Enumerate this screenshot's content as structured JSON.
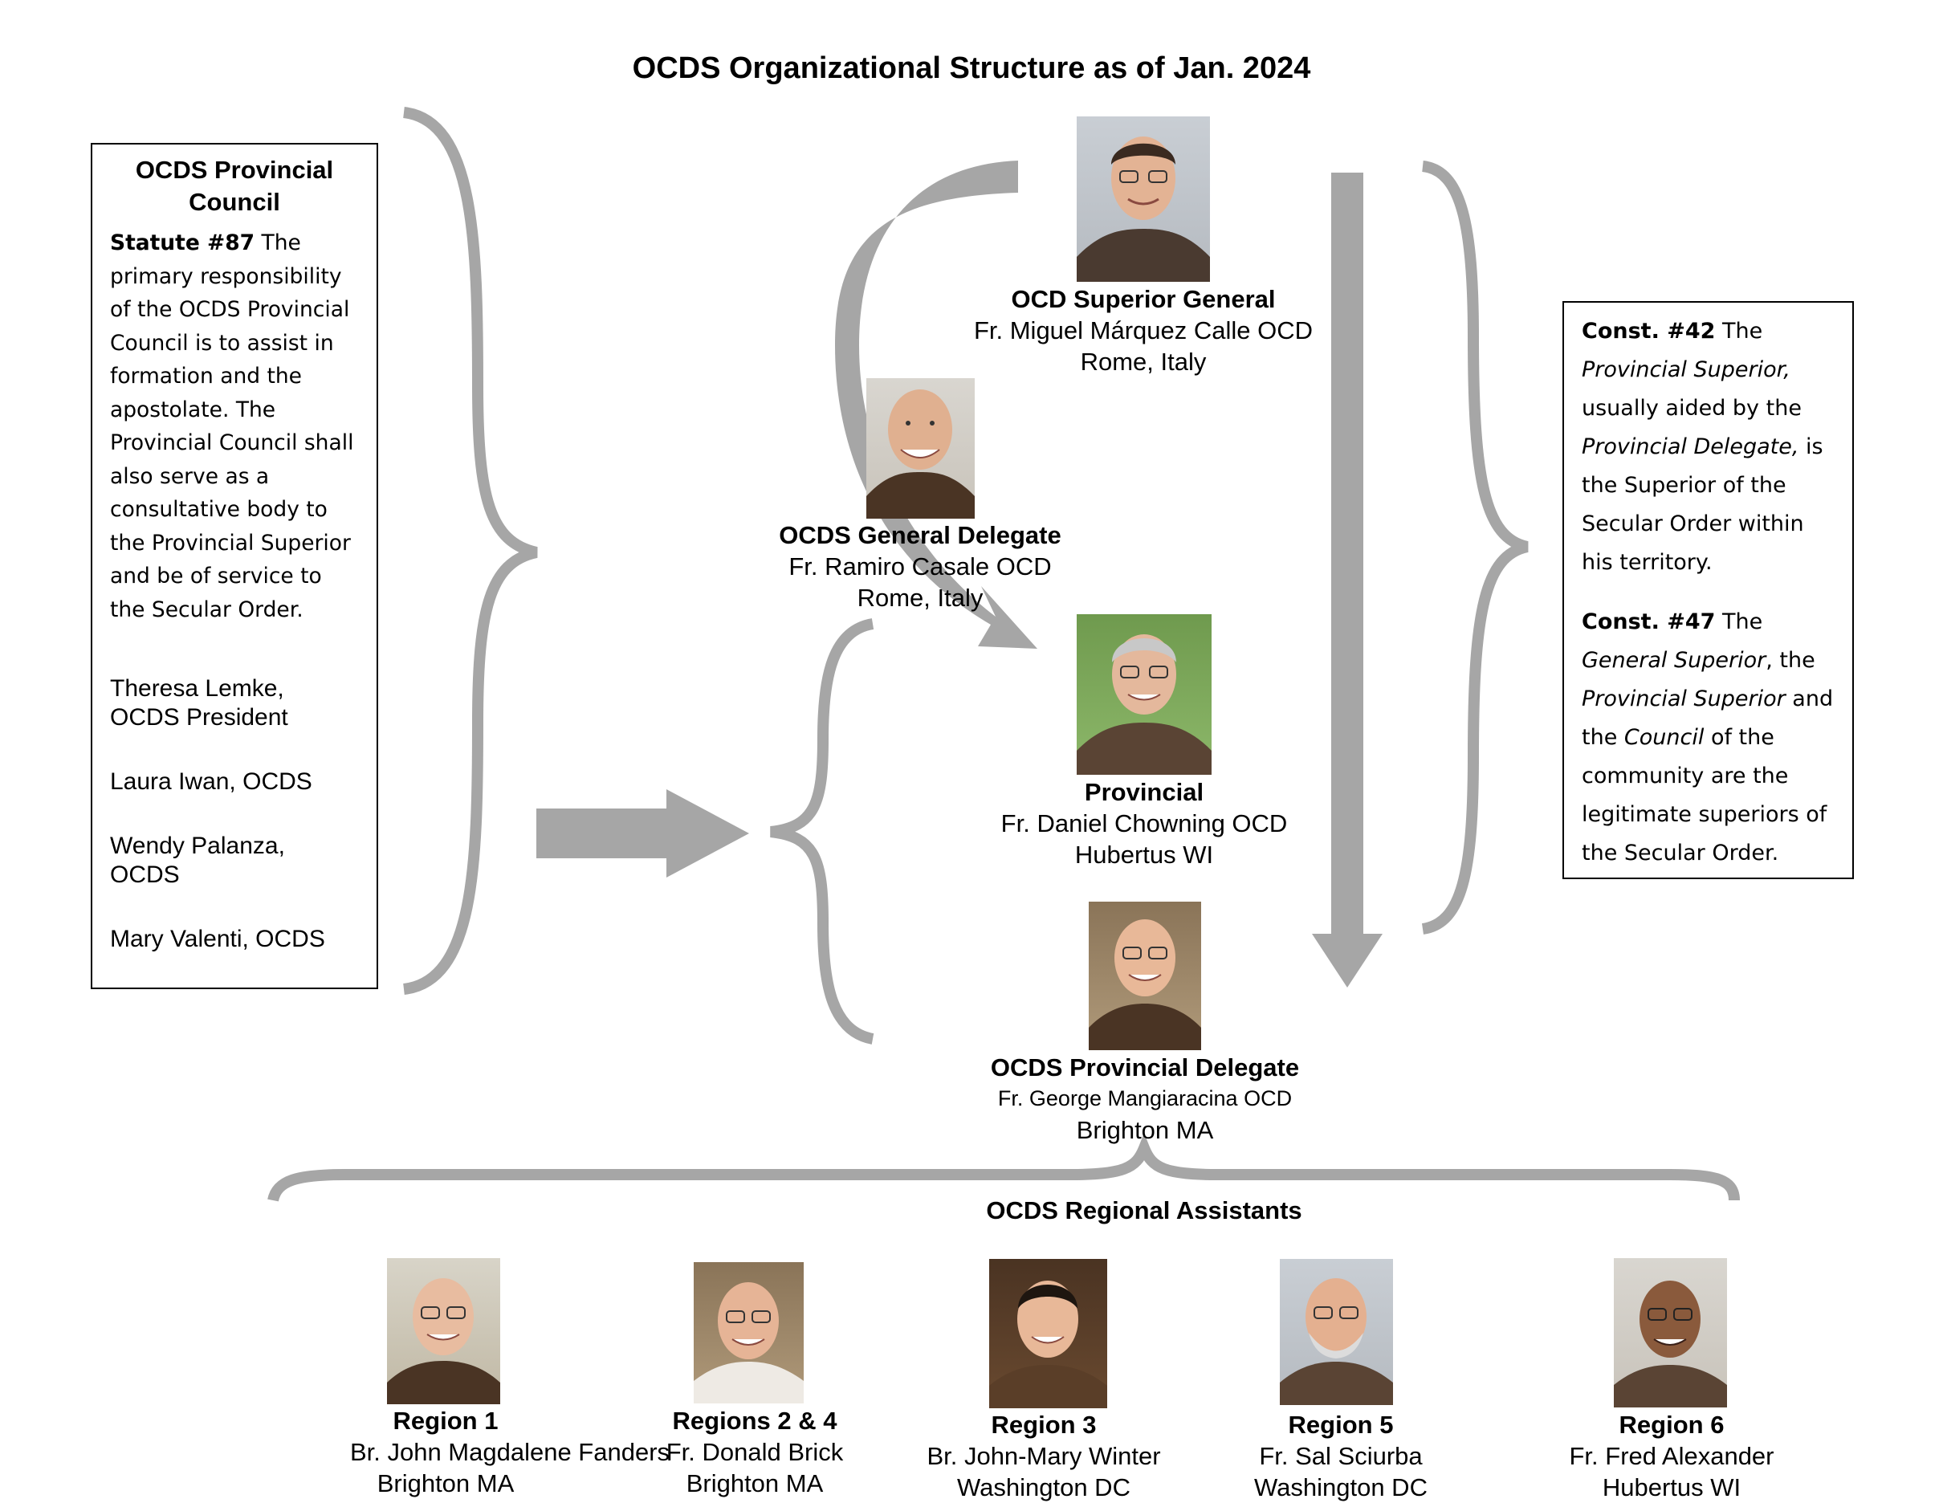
{
  "title": "OCDS Organizational Structure as of Jan. 2024",
  "colors": {
    "arrow_gray": "#a6a6a6",
    "text": "#000000",
    "border": "#000000"
  },
  "council": {
    "title": "OCDS Provincial Council",
    "statute_label": "Statute #87",
    "statute_text": " The primary responsibility of the OCDS Provincial Council is to assist in formation and the apostolate. The Provincial Council shall also serve as a consultative body to the Provincial Superior and be of service to the Secular Order.",
    "members": [
      "Theresa Lemke, OCDS President",
      "Laura Iwan, OCDS",
      "Wendy Palanza, OCDS",
      "Mary Valenti, OCDS"
    ]
  },
  "constitutions": {
    "c42_label": "Const. #42",
    "c42_a": " The ",
    "c42_i1": "Provincial Superior,",
    "c42_b": " usually aided by the ",
    "c42_i2": "Provincial Delegate,",
    "c42_c": " is the Superior of the Secular Order within his territory.",
    "c47_label": "Const. #47",
    "c47_a": " The ",
    "c47_i1": "General Superior",
    "c47_b": ", the ",
    "c47_i2": "Provincial Superior",
    "c47_c": " and the ",
    "c47_i3": "Council",
    "c47_d": " of the community are the legitimate superiors of the Secular Order."
  },
  "superior_general": {
    "role": "OCD Superior General",
    "name": "Fr. Miguel Márquez Calle OCD",
    "location": "Rome, Italy"
  },
  "general_delegate": {
    "role": "OCDS General Delegate",
    "name": "Fr. Ramiro Casale OCD",
    "location": "Rome, Italy"
  },
  "provincial": {
    "role": "Provincial",
    "name": "Fr. Daniel Chowning OCD",
    "location": "Hubertus WI"
  },
  "provincial_delegate": {
    "role": "OCDS Provincial Delegate",
    "name": "Fr. George Mangiaracina OCD",
    "location": "Brighton MA"
  },
  "regional_title": "OCDS Regional Assistants",
  "regions": [
    {
      "role": "Region 1",
      "name": "Br. John Magdalene Fanders",
      "location": "Brighton MA"
    },
    {
      "role": "Regions 2 & 4",
      "name": "Fr. Donald Brick",
      "location": "Brighton MA"
    },
    {
      "role": "Region 3",
      "name": "Br. John-Mary Winter",
      "location": "Washington DC"
    },
    {
      "role": "Region 5",
      "name": "Fr. Sal Sciurba",
      "location": "Washington DC"
    },
    {
      "role": "Region 6",
      "name": "Fr. Fred Alexander",
      "location": "Hubertus WI"
    }
  ]
}
